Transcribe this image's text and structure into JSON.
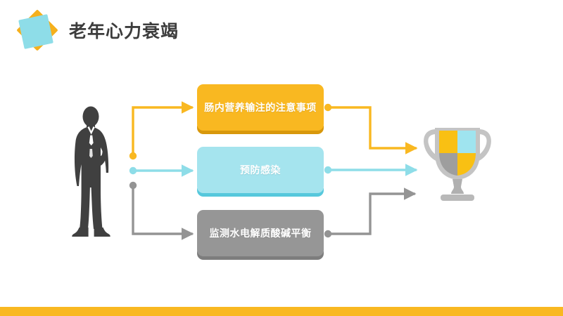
{
  "slide": {
    "title": "老年心力衰竭",
    "background_color": "#ffffff",
    "accent_color": "#f9b821",
    "logo": {
      "name": "pinwheel-logo",
      "back_square_color": "#f5b01d",
      "front_square_color": "#8edde8"
    },
    "bottom_bar_color": "#f9b821"
  },
  "figure": {
    "name": "businessman-silhouette",
    "body_color": "#404040",
    "shirt_color": "#ffffff"
  },
  "boxes": [
    {
      "id": "box1",
      "label": "肠内营养输注的注意事项",
      "face_color": "#f9b821",
      "shadow_color": "#d8980c",
      "text_color": "#ffffff"
    },
    {
      "id": "box2",
      "label": "预防感染",
      "face_color": "#a5e4ee",
      "shadow_color": "#56c8dc",
      "text_color": "#ffffff"
    },
    {
      "id": "box3",
      "label": "监测水电解质酸碱平衡",
      "face_color": "#969696",
      "shadow_color": "#7d7d7d",
      "text_color": "#ffffff"
    }
  ],
  "connectors": [
    {
      "id": "left-orange",
      "color": "#f9b821",
      "from": "figure",
      "to": "box1"
    },
    {
      "id": "left-cyan",
      "color": "#8edde8",
      "from": "figure",
      "to": "box2"
    },
    {
      "id": "left-gray",
      "color": "#949494",
      "from": "figure",
      "to": "box3"
    },
    {
      "id": "right-orange",
      "color": "#f9b821",
      "from": "box1",
      "to": "trophy"
    },
    {
      "id": "right-cyan",
      "color": "#8edde8",
      "from": "box2",
      "to": "trophy"
    },
    {
      "id": "right-gray",
      "color": "#949494",
      "from": "box3",
      "to": "trophy"
    }
  ],
  "trophy": {
    "name": "trophy-icon",
    "cup_frame_color": "#c4c4c4",
    "quadrant_top_left": "#f9c013",
    "quadrant_top_right": "#9fe4ef",
    "quadrant_bottom_left": "#9e9e9e",
    "quadrant_bottom_right": "#f9c013",
    "stem_color": "#b0b0b0",
    "base_color": "#b9b9b9"
  }
}
